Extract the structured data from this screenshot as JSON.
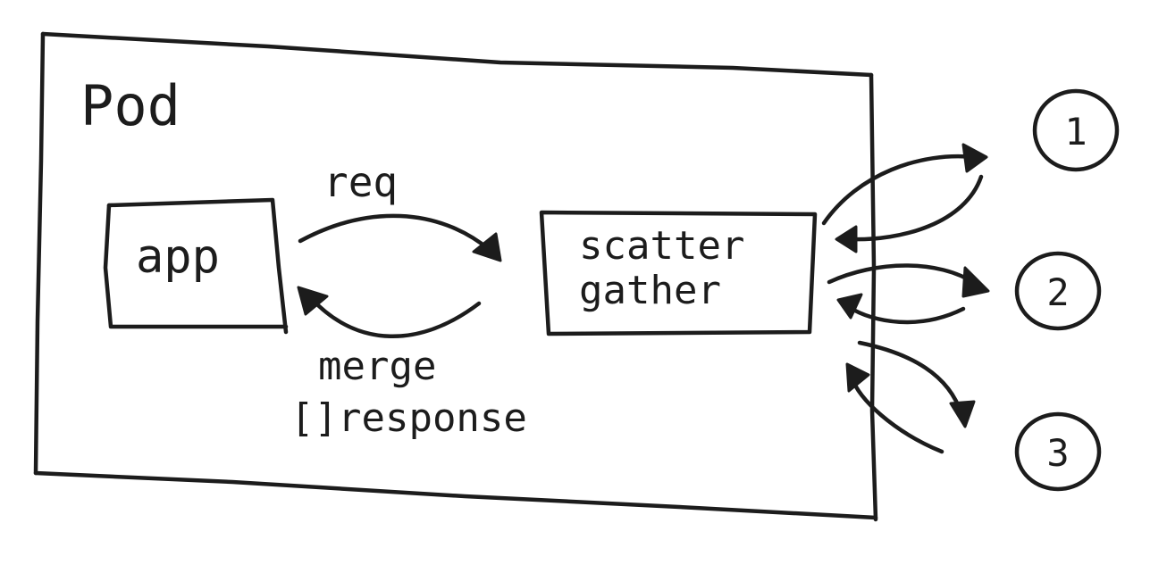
{
  "pod": {
    "label": "Pod"
  },
  "app": {
    "label": "app"
  },
  "scatter_gather": {
    "line1": "scatter",
    "line2": "gather"
  },
  "request": {
    "label": "req"
  },
  "merge": {
    "line1": "merge",
    "line2": "[]response"
  },
  "replicas": [
    {
      "label": "1"
    },
    {
      "label": "2"
    },
    {
      "label": "3"
    }
  ]
}
